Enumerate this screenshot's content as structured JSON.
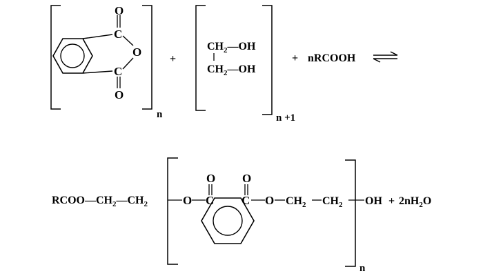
{
  "reaction": {
    "reactant1": {
      "atom_o_carbonyl_top": "O",
      "atom_c_top": "C",
      "atom_o_ring": "O",
      "atom_c_bottom": "C",
      "atom_o_carbonyl_bottom": "O",
      "subscript": "n"
    },
    "plus_1": "+",
    "reactant2": {
      "row1_ch": "CH",
      "row1_sub": "2",
      "row1_oh": "—OH",
      "row2_ch": "CH",
      "row2_sub": "2",
      "row2_oh": "—OH",
      "subscript": "n +1"
    },
    "plus_2": "+",
    "reactant3": "nRCOOH",
    "product": {
      "rcoo": "RCOO—CH",
      "sub1": "2",
      "ch2b": "—CH",
      "sub2": "2",
      "o_left": "O",
      "carbonyl_o_left": "O",
      "carbonyl_c_left": "C",
      "carbonyl_o_right": "O",
      "carbonyl_c_right": "C",
      "o_right": "O",
      "ch2c": "CH",
      "sub3": "2",
      "ch2d": "CH",
      "sub4": "2",
      "oh": "OH",
      "plus": "+",
      "water": "2nH",
      "water_sub": "2",
      "water_o": "O",
      "subscript": "n"
    }
  }
}
